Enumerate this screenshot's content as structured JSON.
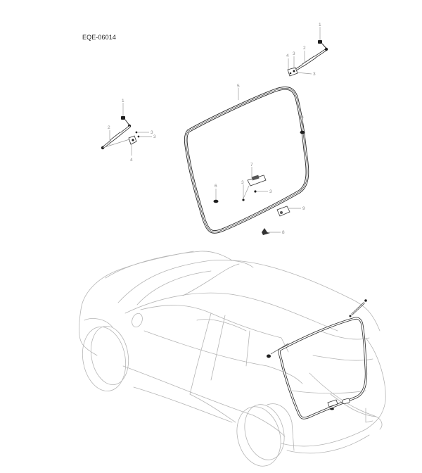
{
  "diagram": {
    "code": "EQE-06014",
    "subject": "Tailgate / liftgate weatherstrip, gas struts and latch assembly"
  },
  "callouts": {
    "right_strut": {
      "ball_stud": "1",
      "strut": "2",
      "bolt_a": "3",
      "bracket": "4",
      "bolt_b": "3"
    },
    "left_strut": {
      "ball_stud": "1",
      "strut": "2",
      "bolt_a": "3",
      "bolt_b": "3",
      "bracket": "4"
    },
    "seal": {
      "weatherstrip": "5",
      "bumper_right": "6",
      "bumper_left": "6"
    },
    "latch": {
      "latch": "7",
      "bolt_left": "3",
      "bolt_right": "3"
    },
    "switch": {
      "striker": "8",
      "handle_switch": "9"
    }
  },
  "colors": {
    "background": "#ffffff",
    "parts": "#2a2a2a",
    "car_outline": "#b5b5b5",
    "labels": "#8a8a8a"
  }
}
